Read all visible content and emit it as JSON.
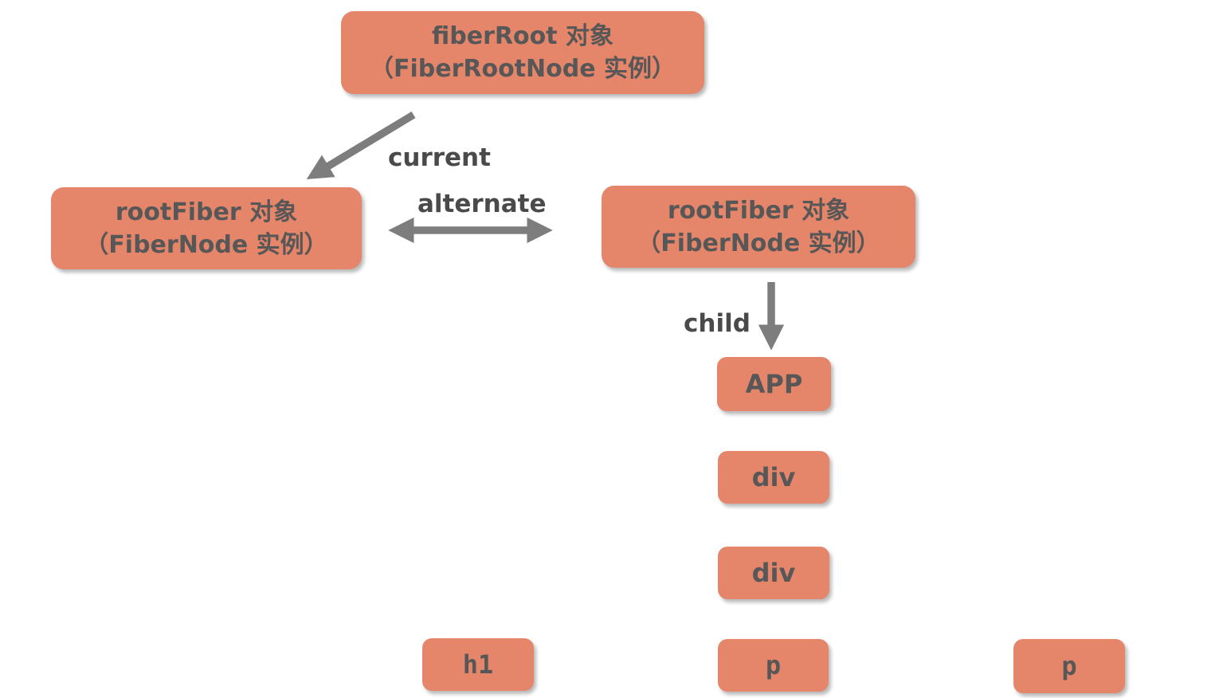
{
  "theme": {
    "node_fill": "#E5866A",
    "node_text": "#575757",
    "arrow_color": "#7D7D7D",
    "label_color": "#4A4A4A",
    "canvas_bg": "#FFFFFF"
  },
  "diagram": {
    "nodes": {
      "fiber_root": {
        "line1": "fiberRoot 对象",
        "line2": "（FiberRootNode 实例）"
      },
      "root_fiber_left": {
        "line1": "rootFiber 对象",
        "line2": "（FiberNode 实例）"
      },
      "root_fiber_right": {
        "line1": "rootFiber 对象",
        "line2": "（FiberNode 实例）"
      },
      "app": {
        "label": "APP"
      },
      "div1": {
        "label": "div"
      },
      "div2": {
        "label": "div"
      },
      "h1": {
        "label": "h1"
      },
      "p1": {
        "label": "p"
      },
      "p2": {
        "label": "p"
      }
    },
    "edges": {
      "current": {
        "label": "current"
      },
      "alternate": {
        "label": "alternate"
      },
      "child": {
        "label": "child"
      }
    }
  }
}
